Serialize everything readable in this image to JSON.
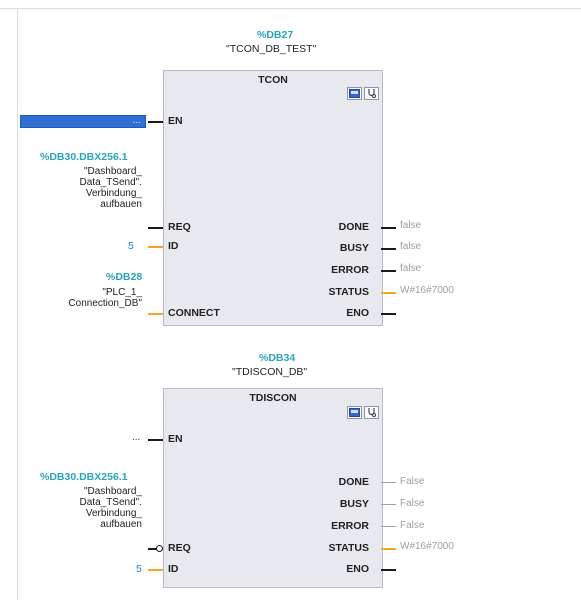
{
  "blocks": [
    {
      "db_ref": "%DB27",
      "db_name": "\"TCON_DB_TEST\"",
      "title": "TCON",
      "inputs": {
        "en": {
          "pin": "EN",
          "value": "..."
        },
        "req": {
          "pin": "REQ",
          "ref": "%DB30.DBX256.1",
          "label_lines": [
            "\"Dashboard_",
            "Data_TSend\".",
            "Verbindung_",
            "aufbauen"
          ]
        },
        "id": {
          "pin": "ID",
          "value": "5"
        },
        "connect": {
          "pin": "CONNECT",
          "ref": "%DB28",
          "label_lines": [
            "\"PLC_1_",
            "Connection_DB\""
          ]
        }
      },
      "outputs": {
        "done": {
          "pin": "DONE",
          "value": "false"
        },
        "busy": {
          "pin": "BUSY",
          "value": "false"
        },
        "error": {
          "pin": "ERROR",
          "value": "false"
        },
        "status": {
          "pin": "STATUS",
          "value": "W#16#7000"
        },
        "eno": {
          "pin": "ENO"
        }
      }
    },
    {
      "db_ref": "%DB34",
      "db_name": "\"TDISCON_DB\"",
      "title": "TDISCON",
      "inputs": {
        "en": {
          "pin": "EN",
          "value": "..."
        },
        "req": {
          "pin": "REQ",
          "ref": "%DB30.DBX256.1",
          "label_lines": [
            "\"Dashboard_",
            "Data_TSend\".",
            "Verbindung_",
            "aufbauen"
          ]
        },
        "id": {
          "pin": "ID",
          "value": "5"
        }
      },
      "outputs": {
        "done": {
          "pin": "DONE",
          "value": "False"
        },
        "busy": {
          "pin": "BUSY",
          "value": "False"
        },
        "error": {
          "pin": "ERROR",
          "value": "False"
        },
        "status": {
          "pin": "STATUS",
          "value": "W#16#7000"
        },
        "eno": {
          "pin": "ENO"
        }
      }
    }
  ]
}
